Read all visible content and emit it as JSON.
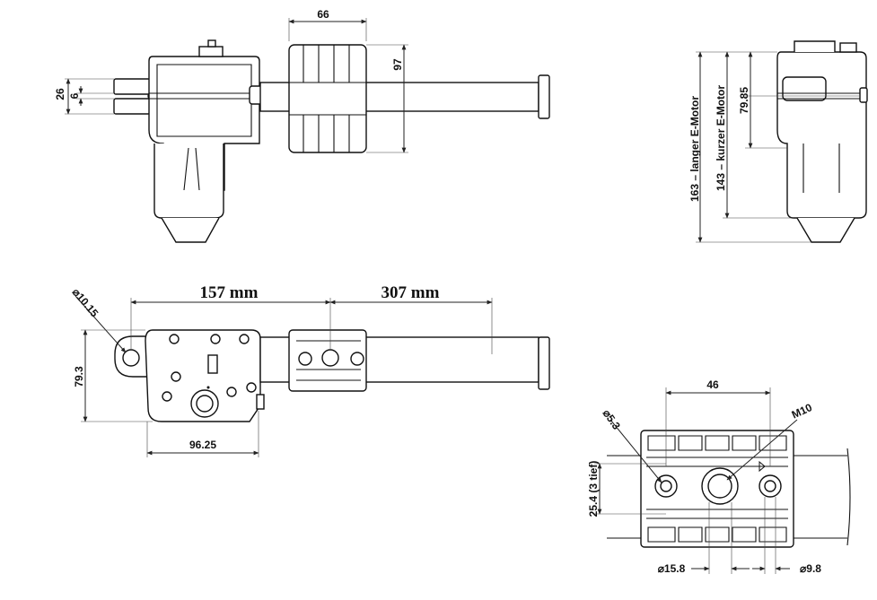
{
  "views": {
    "side": {
      "dims": {
        "d66": "66",
        "d97": "97",
        "d26": "26",
        "d6": "6"
      }
    },
    "end": {
      "dims": {
        "d163": "163 – langer E-Motor",
        "d143": "143 – kurzer E-Motor",
        "d7985": "79.85"
      }
    },
    "top": {
      "dims": {
        "d157": "157 mm",
        "d307": "307 mm",
        "d1015": "⌀10.15",
        "d793": "79.3",
        "d9625": "96.25"
      }
    },
    "detail": {
      "dims": {
        "d46": "46",
        "d53": "⌀5.3",
        "m10": "M10",
        "d254": "25.4 (3 tief)",
        "d158": "⌀15.8",
        "d98": "⌀9.8"
      }
    }
  }
}
